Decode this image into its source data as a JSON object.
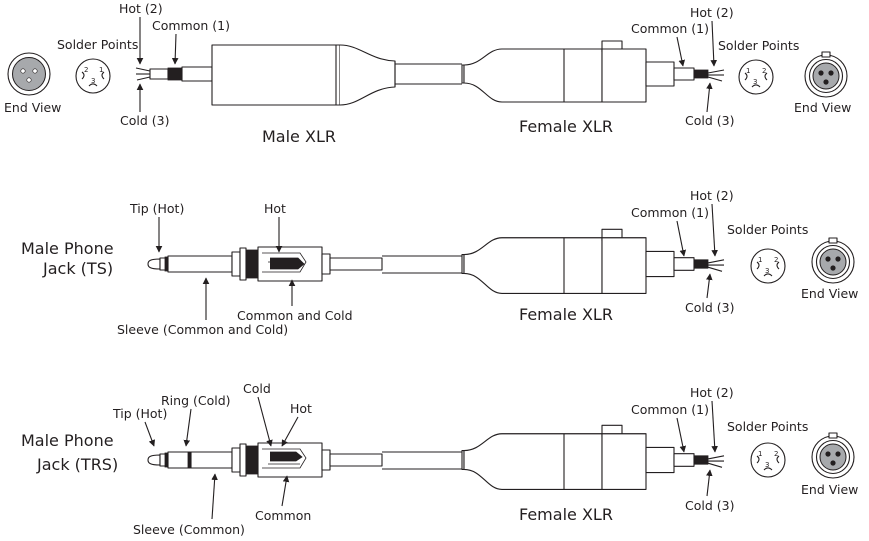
{
  "rows": [
    {
      "left_end_view": "End View",
      "left_solder": "Solder Points",
      "left_hot": "Hot (2)",
      "left_common": "Common (1)",
      "left_cold": "Cold (3)",
      "left_title": "Male XLR",
      "right_title": "Female XLR",
      "right_common": "Common (1)",
      "right_hot": "Hot (2)",
      "right_solder": "Solder Points",
      "right_cold": "Cold (3)",
      "right_end_view": "End View"
    },
    {
      "jack_title_1": "Male Phone",
      "jack_title_2": "Jack (TS)",
      "tip": "Tip (Hot)",
      "hot": "Hot",
      "common_cold": "Common and Cold",
      "sleeve": "Sleeve (Common and Cold)",
      "right_title": "Female XLR",
      "right_common": "Common (1)",
      "right_hot": "Hot (2)",
      "right_solder": "Solder Points",
      "right_cold": "Cold (3)",
      "right_end_view": "End View"
    },
    {
      "jack_title_1": "Male Phone",
      "jack_title_2": "Jack (TRS)",
      "tip": "Tip (Hot)",
      "ring": "Ring (Cold)",
      "cold": "Cold",
      "hot": "Hot",
      "common": "Common",
      "sleeve": "Sleeve (Common)",
      "right_title": "Female XLR",
      "right_common": "Common (1)",
      "right_hot": "Hot (2)",
      "right_solder": "Solder Points",
      "right_cold": "Cold (3)",
      "right_end_view": "End View"
    }
  ],
  "pins": {
    "one": "1",
    "two": "2",
    "three": "3"
  }
}
